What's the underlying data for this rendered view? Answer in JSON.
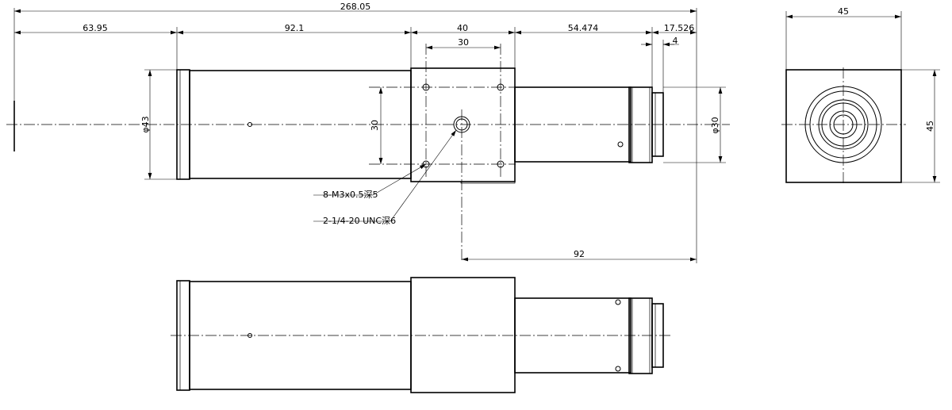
{
  "dimensions": {
    "overall_length": "268.05",
    "lens_front_length": "63.95",
    "tube_length": "92.1",
    "block_width": "40",
    "block_hole_pitch": "30",
    "rear_tube_length": "54.474",
    "mount_length": "17.526",
    "mount_flange": "4",
    "front_diameter": "φ43",
    "hole_pitch_vertical": "30",
    "rear_diameter": "φ30",
    "tripod_to_end": "92",
    "end_view_width": "45",
    "end_view_height": "45"
  },
  "callouts": {
    "m3_holes": "8-M3x0.5深5",
    "tripod_thread": "2-1/4-20 UNC深6"
  }
}
